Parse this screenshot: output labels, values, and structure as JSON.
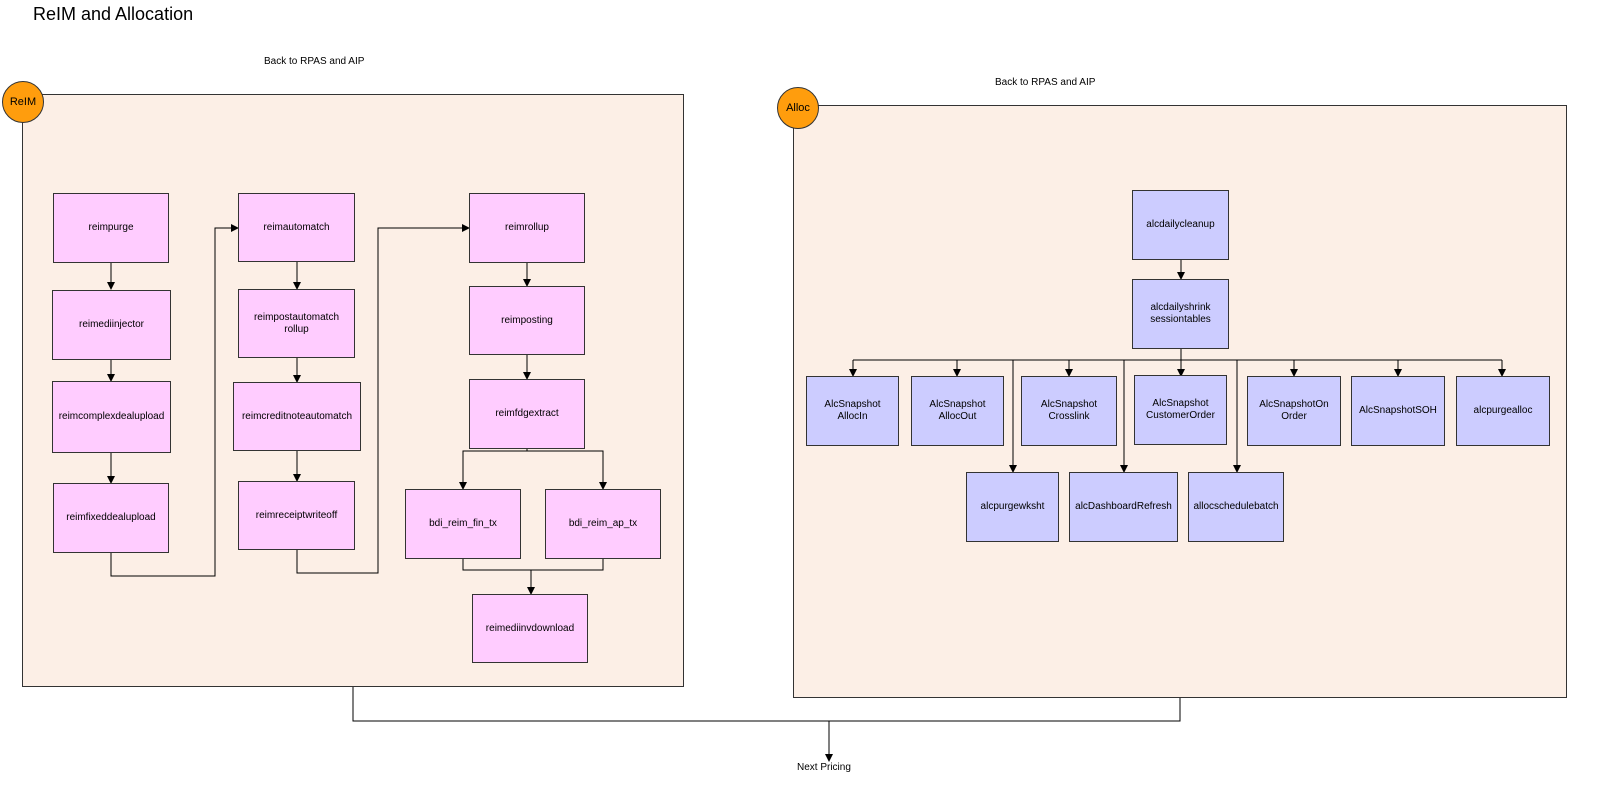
{
  "title": "ReIM and Allocation",
  "top_captions": {
    "reim": "Back to RPAS and AIP",
    "alloc": "Back to RPAS and AIP"
  },
  "bottom_caption": "Next Pricing",
  "reim": {
    "badge": "ReIM",
    "boxes": {
      "reimpurge": "reimpurge",
      "reimediinjector": "reimediinjector",
      "reimcomplexdealupload": "reimcomplexdealupload",
      "reimfixeddealupload": "reimfixeddealupload",
      "reimautomatch": "reimautomatch",
      "reimpostautomatchrollup": "reimpostautomatch\nrollup",
      "reimcreditnoteautomatch": "reimcreditnoteautomatch",
      "reimreceiptwriteoff": "reimreceiptwriteoff",
      "reimrollup": "reimrollup",
      "reimposting": "reimposting",
      "reimfdgextract": "reimfdgextract",
      "bdi_reim_fin_tx": "bdi_reim_fin_tx",
      "bdi_reim_ap_tx": "bdi_reim_ap_tx",
      "reimediinvdownload": "reimediinvdownload"
    }
  },
  "alloc": {
    "badge": "Alloc",
    "boxes": {
      "alcdailycleanup": "alcdailycleanup",
      "alcdailyshrink": "alcdailyshrink\nsessiontables",
      "alcsnapshotallocin": "AlcSnapshot\nAllocIn",
      "alcsnapshotallocout": "AlcSnapshot\nAllocOut",
      "alcsnapshotcrosslink": "AlcSnapshot\nCrosslink",
      "alcsnapshotcustomerorder": "AlcSnapshot\nCustomerOrder",
      "alcsnapshotonorder": "AlcSnapshotOn\nOrder",
      "alcsnapshotsoh": "AlcSnapshotSOH",
      "alcpurgealloc": "alcpurgealloc",
      "alcpurgewksht": "alcpurgewksht",
      "alcdashboardrefresh": "alcDashboardRefresh",
      "allocschedulebatch": "allocschedulebatch"
    }
  },
  "colors": {
    "panel": "#fcefe6",
    "reim_box": "#ffccff",
    "alloc_box": "#ccccff",
    "badge": "#ff9d0d"
  }
}
